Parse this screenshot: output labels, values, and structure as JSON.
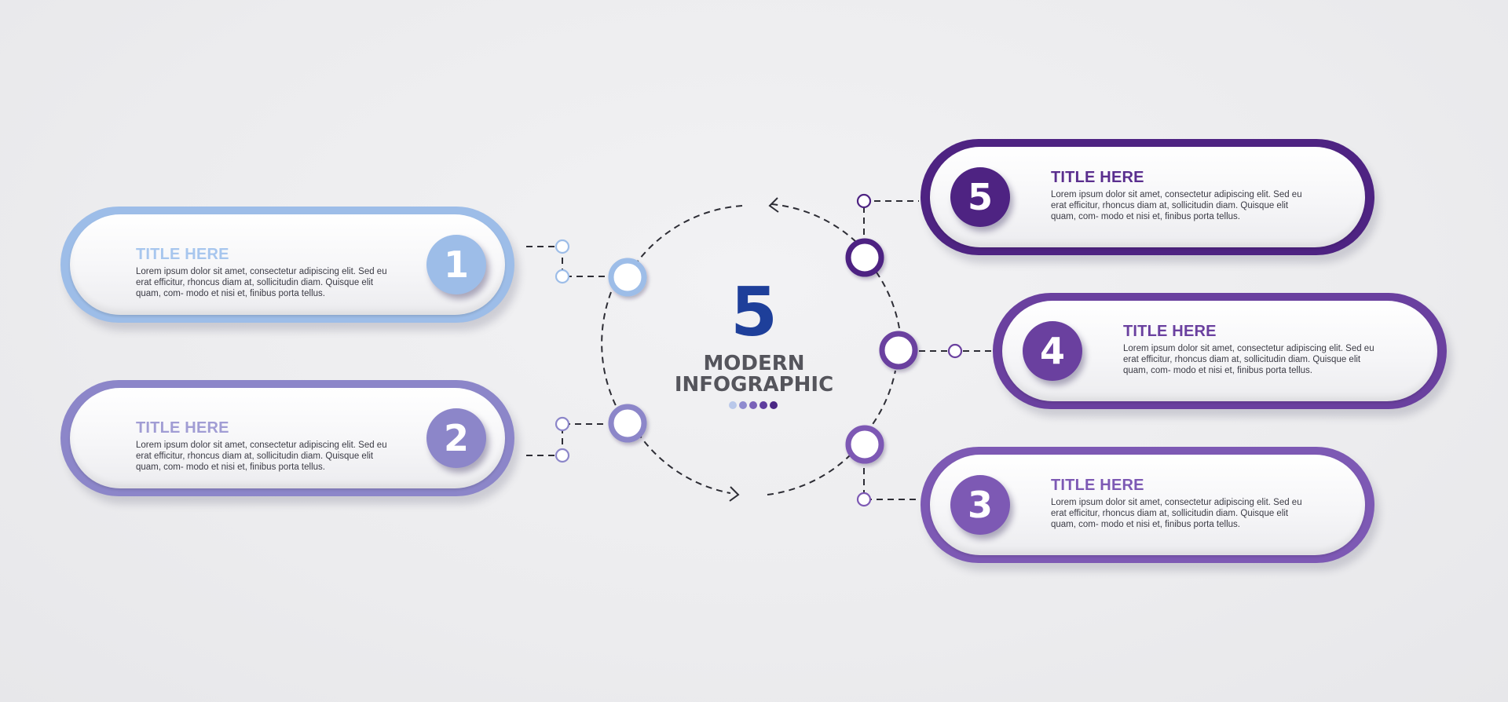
{
  "center": {
    "number": "5",
    "line1": "MODERN",
    "line2": "INFOGRAPHIC",
    "dot_colors": [
      "#b9c8ea",
      "#8f8bcf",
      "#7a62b8",
      "#5e3d9e",
      "#4a2784"
    ]
  },
  "steps": [
    {
      "number": "1",
      "title": "TITLE HERE",
      "body": "Lorem ipsum dolor sit amet, consectetur adipiscing elit. Sed eu erat efficitur, rhoncus diam at, sollicitudin diam. Quisque elit quam, com- modo et nisi et, finibus porta tellus.",
      "color": "#9dbde8",
      "title_color": "#a7c6ee"
    },
    {
      "number": "2",
      "title": "TITLE HERE",
      "body": "Lorem ipsum dolor sit amet, consectetur adipiscing elit. Sed eu erat efficitur, rhoncus diam at, sollicitudin diam. Quisque elit quam, com- modo et nisi et, finibus porta tellus.",
      "color": "#8c86c9",
      "title_color": "#a19dd4"
    },
    {
      "number": "3",
      "title": "TITLE HERE",
      "body": "Lorem ipsum dolor sit amet, consectetur adipiscing elit. Sed eu erat efficitur, rhoncus diam at, sollicitudin diam. Quisque elit quam, com- modo et nisi et, finibus porta tellus.",
      "color": "#7d59b4",
      "title_color": "#7d59b4"
    },
    {
      "number": "4",
      "title": "TITLE HERE",
      "body": "Lorem ipsum dolor sit amet, consectetur adipiscing elit. Sed eu erat efficitur, rhoncus diam at, sollicitudin diam. Quisque elit quam, com- modo et nisi et, finibus porta tellus.",
      "color": "#6a409f",
      "title_color": "#6a409f"
    },
    {
      "number": "5",
      "title": "TITLE HERE",
      "body": "Lorem ipsum dolor sit amet, consectetur adipiscing elit. Sed eu erat efficitur, rhoncus diam at, sollicitudin diam. Quisque elit quam, com- modo et nisi et, finibus porta tellus.",
      "color": "#4e2382",
      "title_color": "#5a2e8e"
    }
  ]
}
